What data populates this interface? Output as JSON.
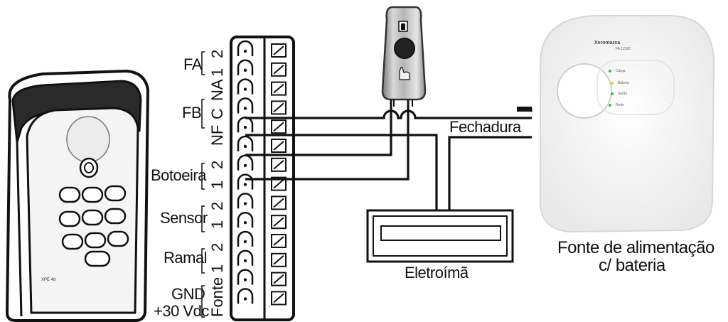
{
  "terminal_block": {
    "groups": {
      "fa": "FA",
      "fb": "FB",
      "botoeira": "Botoeira",
      "sensor": "Sensor",
      "ramal": "Ramal",
      "gnd": "GND",
      "power_in": "+30 Vdc",
      "fonte": "Fonte"
    },
    "pin_labels": {
      "fa_2": "2",
      "fa_1": "1",
      "fb_na": "NA",
      "fb_c": "C",
      "fb_nf": "NF",
      "botoeira_2": "2",
      "botoeira_1": "1",
      "sensor_1": "1",
      "sensor_2": "2",
      "ramal_2": "2",
      "ramal_1": "1"
    }
  },
  "labels": {
    "fechadura": "Fechadura",
    "eletroima": "Eletroímã",
    "power_supply_line1": "Fonte de alimentação",
    "power_supply_line2": "c/ bateria"
  },
  "power_supply": {
    "brand": "Xeromarca",
    "model": "FA 12300",
    "leds": [
      "Carga",
      "Bateria",
      "Saída",
      "Rede"
    ]
  },
  "keypad_device": {
    "model": "XPE 48"
  },
  "colors": {
    "line": "#111111",
    "led_green": "#3cc13c",
    "led_yellow": "#e5c72a"
  }
}
